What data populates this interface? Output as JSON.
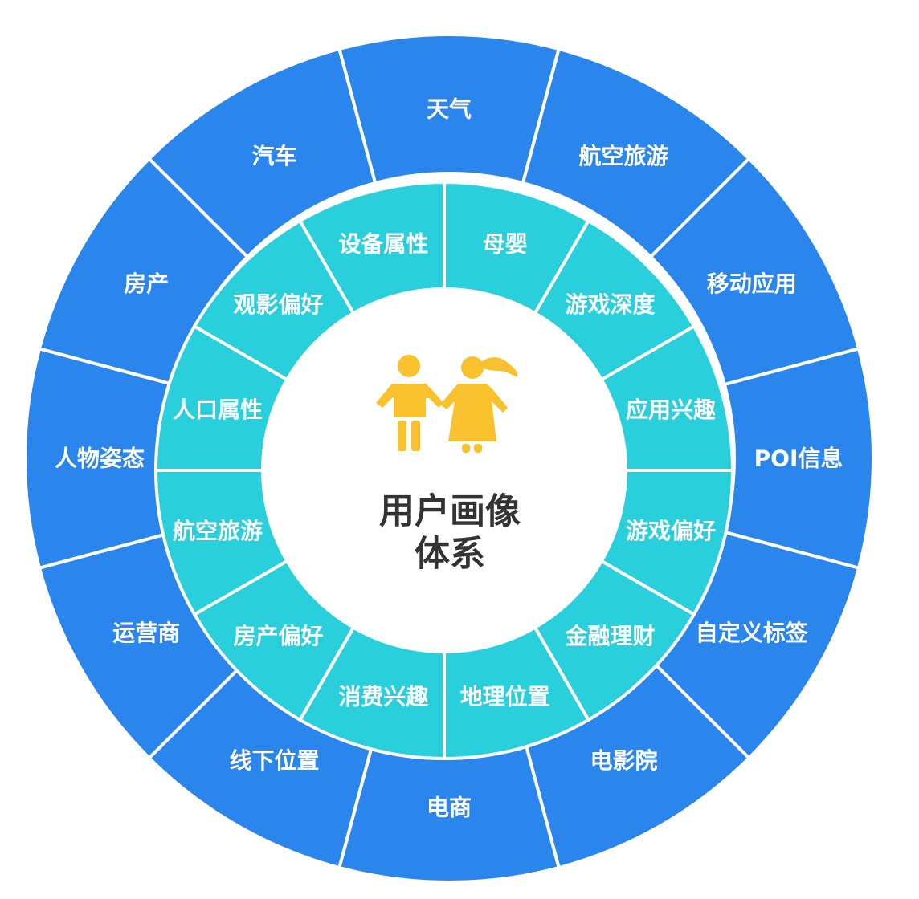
{
  "title": {
    "line1": "用户画像",
    "line2": "体系"
  },
  "center_icon": "children-holding-hands-icon",
  "colors": {
    "outer_ring": "#2A86EC",
    "inner_ring": "#2ACFDC",
    "center": "#FFFFFF",
    "icon": "#F9C12E",
    "title_text": "#333333",
    "label_text": "#FFFFFF"
  },
  "outer_ring": {
    "segments": [
      {
        "label": "天气"
      },
      {
        "label": "航空旅游"
      },
      {
        "label": "移动应用"
      },
      {
        "label": "POI信息"
      },
      {
        "label": "自定义标签"
      },
      {
        "label": "电影院"
      },
      {
        "label": "电商"
      },
      {
        "label": "线下位置"
      },
      {
        "label": "运营商"
      },
      {
        "label": "人物姿态"
      },
      {
        "label": "房产"
      },
      {
        "label": "汽车"
      }
    ]
  },
  "inner_ring": {
    "segments": [
      {
        "label": "母婴"
      },
      {
        "label": "游戏深度"
      },
      {
        "label": "应用兴趣"
      },
      {
        "label": "游戏偏好"
      },
      {
        "label": "金融理财"
      },
      {
        "label": "地理位置"
      },
      {
        "label": "消费兴趣"
      },
      {
        "label": "房产偏好"
      },
      {
        "label": "航空旅游"
      },
      {
        "label": "人口属性"
      },
      {
        "label": "观影偏好"
      },
      {
        "label": "设备属性"
      }
    ]
  }
}
